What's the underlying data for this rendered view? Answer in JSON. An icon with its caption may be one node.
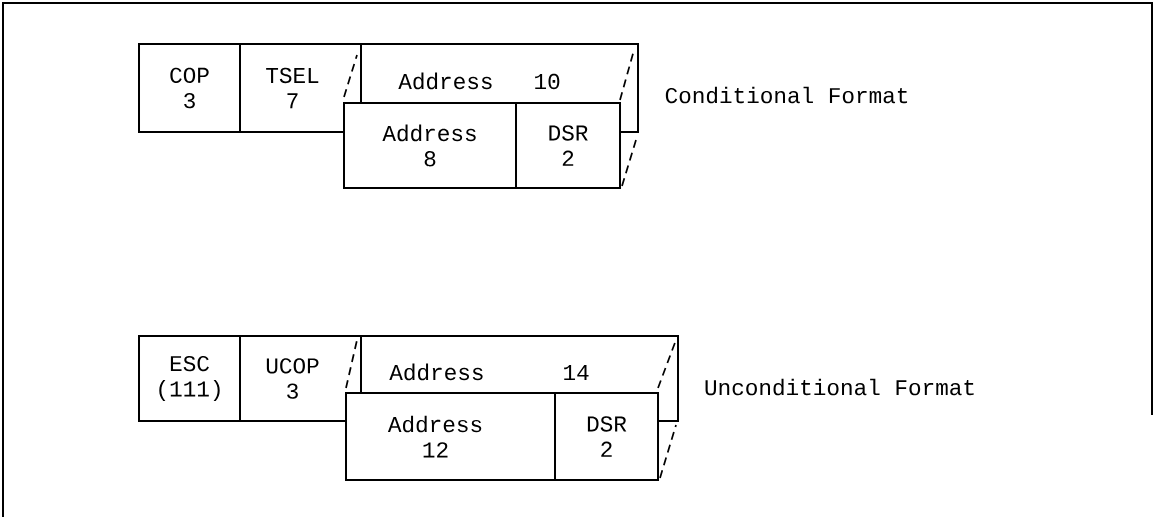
{
  "diagram": {
    "nodes": [
      {
        "text": [
          "COP",
          "3"
        ]
      },
      {
        "text": [
          "TSEL",
          "7"
        ]
      },
      {
        "text": [
          "Address",
          "10"
        ]
      },
      {
        "text": [
          "Address",
          "8"
        ]
      },
      {
        "text": [
          "DSR",
          "2"
        ]
      },
      {
        "text": [
          "ESC",
          "(111)"
        ]
      },
      {
        "text": [
          "UCOP",
          "3"
        ]
      },
      {
        "text": [
          "Address",
          "14"
        ]
      },
      {
        "text": [
          "Address",
          "12"
        ]
      },
      {
        "text": [
          "DSR",
          "2"
        ]
      }
    ],
    "labels": [
      "Conditional Format",
      "Unconditional Format"
    ]
  }
}
